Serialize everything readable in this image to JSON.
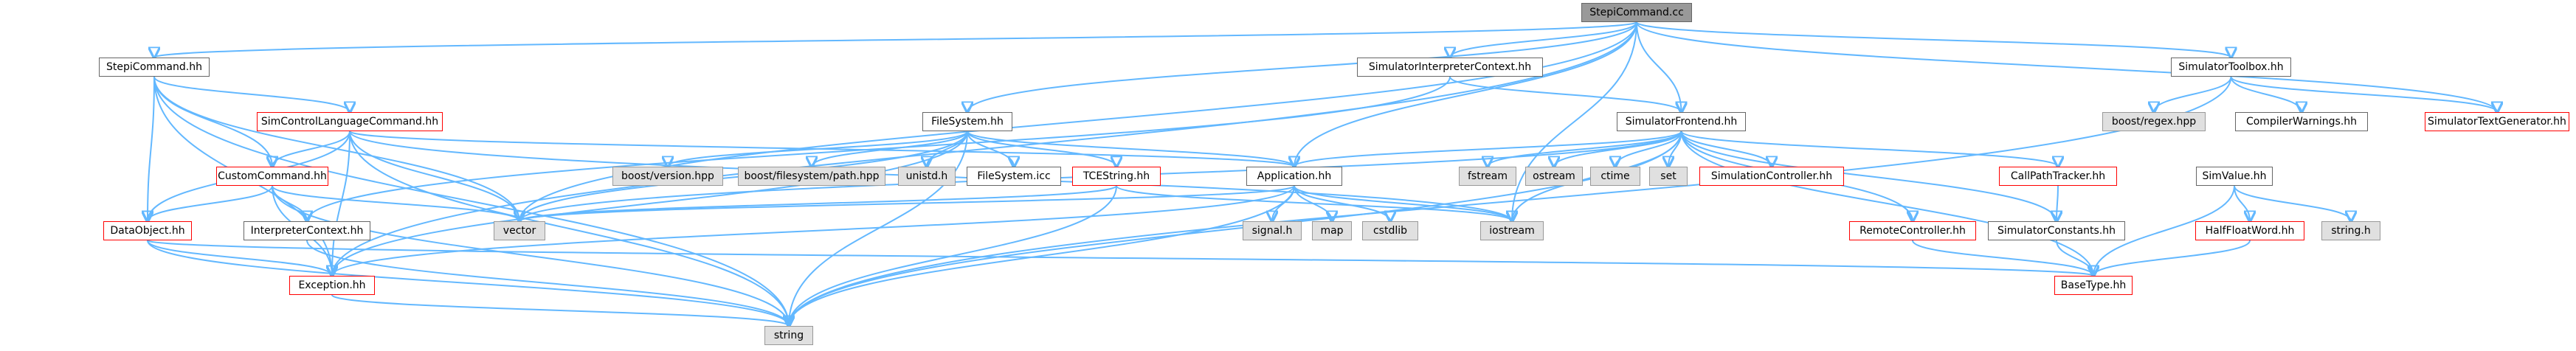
{
  "colors": {
    "edge": "#63B8FF",
    "red_border": "#FF0000",
    "gray_fill": "#E0E0E0",
    "root_fill": "#999999"
  },
  "nodes": {
    "root": "StepiCommand.cc",
    "stepi_hh": "StepiCommand.hh",
    "interp_ctx": "SimulatorInterpreterContext.hh",
    "toolbox": "SimulatorToolbox.hh",
    "text_gen": "SimulatorTextGenerator.hh",
    "sim_ctrl_lang": "SimControlLanguageCommand.hh",
    "filesystem": "FileSystem.hh",
    "frontend": "SimulatorFrontend.hh",
    "regex": "boost/regex.hpp",
    "compiler_warn": "CompilerWarnings.hh",
    "custom_cmd": "CustomCommand.hh",
    "boost_version": "boost/version.hpp",
    "boost_fs_path": "boost/filesystem/path.hpp",
    "unistd": "unistd.h",
    "filesystem_icc": "FileSystem.icc",
    "tce_string": "TCEString.hh",
    "application": "Application.hh",
    "fstream": "fstream",
    "ostream": "ostream",
    "ctime": "ctime",
    "set": "set",
    "sim_controller": "SimulationController.hh",
    "callpath": "CallPathTracker.hh",
    "simvalue": "SimValue.hh",
    "dataobject": "DataObject.hh",
    "interpreter_ctx": "InterpreterContext.hh",
    "vector": "vector",
    "signal": "signal.h",
    "map": "map",
    "cstdlib": "cstdlib",
    "iostream": "iostream",
    "remote_ctrl": "RemoteController.hh",
    "sim_constants": "SimulatorConstants.hh",
    "halffloat": "HalfFloatWord.hh",
    "string_h": "string.h",
    "exception": "Exception.hh",
    "basetype": "BaseType.hh",
    "string": "string"
  }
}
